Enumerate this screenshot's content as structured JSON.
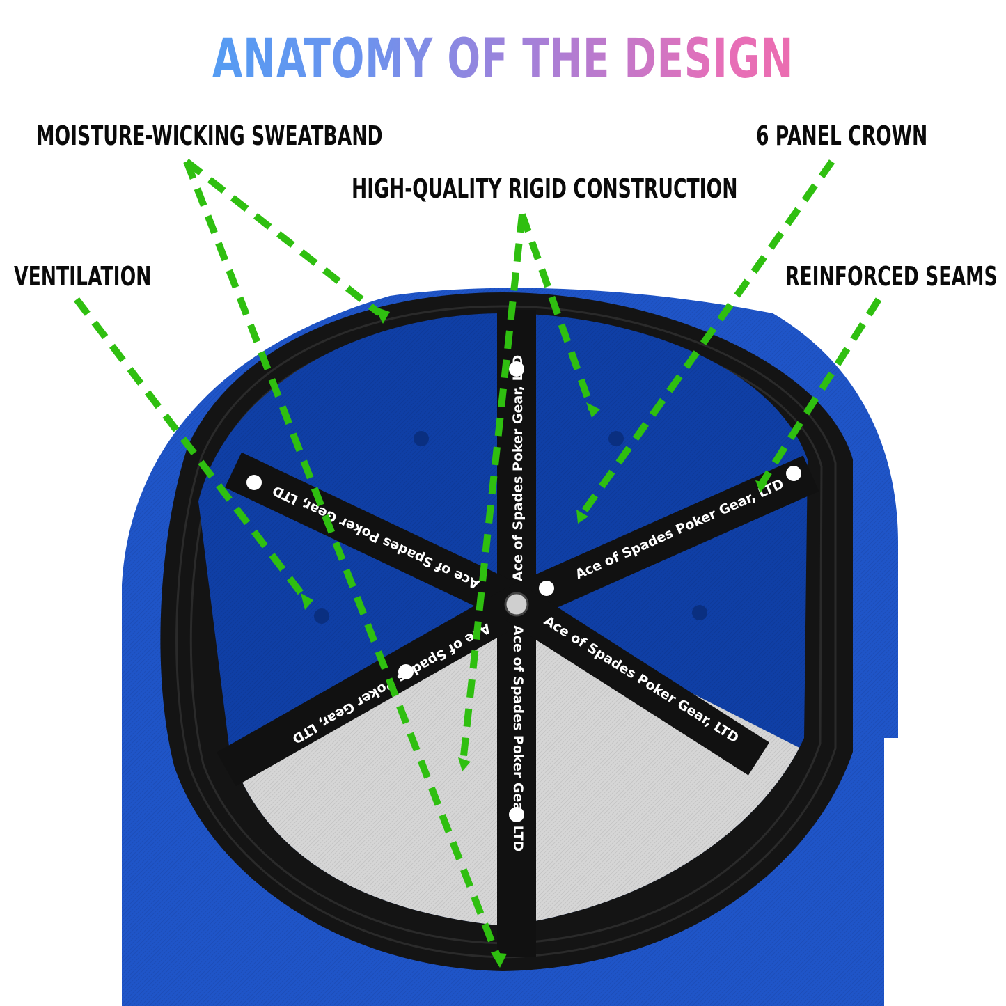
{
  "title": "ANATOMY OF THE DESIGN",
  "labels": {
    "sweatband": "MOISTURE-WICKING SWEATBAND",
    "crown": "6 PANEL CROWN",
    "construction": "HIGH-QUALITY RIGID CONSTRUCTION",
    "ventilation": "VENTILATION",
    "seams": "REINFORCED SEAMS"
  },
  "tape_text": "Ace of Spades Poker Gear, LTD",
  "colors": {
    "cap_blue": "#1f55c8",
    "inner_blue": "#0f3fa6",
    "sweatband_black": "#111111",
    "inner_grey": "#d6d6d6",
    "pointer_green": "#2fbf10"
  }
}
